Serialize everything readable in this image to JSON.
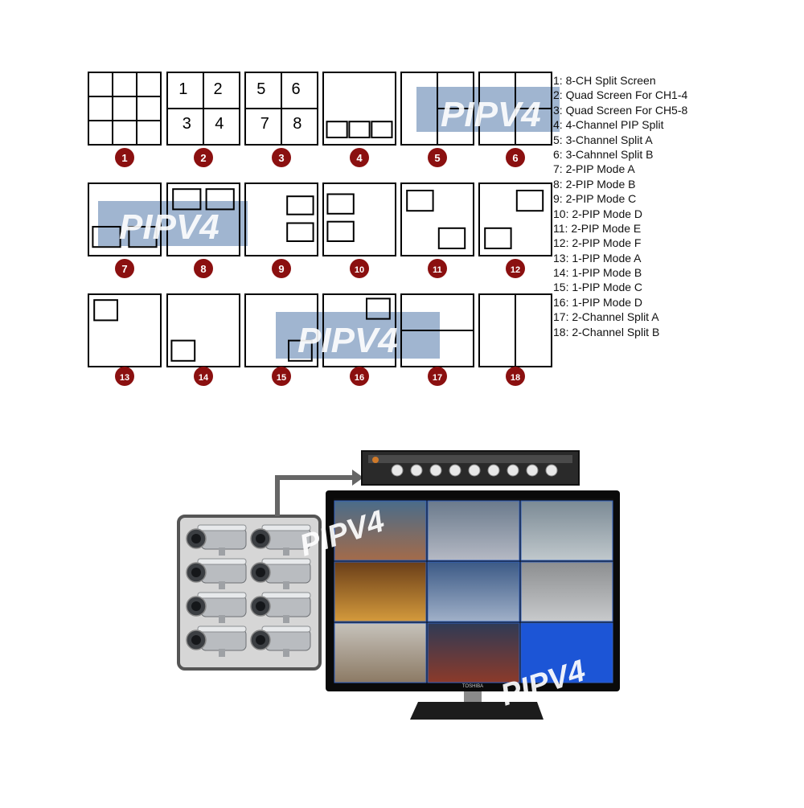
{
  "layouts": [
    {
      "num": "1",
      "label": "8-CH Split Screen"
    },
    {
      "num": "2",
      "label": "Quad Screen For CH1-4"
    },
    {
      "num": "3",
      "label": "Quad Screen For CH5-8"
    },
    {
      "num": "4",
      "label": "4-Channel PIP Split"
    },
    {
      "num": "5",
      "label": "3-Channel Split A"
    },
    {
      "num": "6",
      "label": "3-Cahnnel Split B"
    },
    {
      "num": "7",
      "label": "2-PIP Mode A"
    },
    {
      "num": "8",
      "label": "2-PIP Mode B"
    },
    {
      "num": "9",
      "label": "2-PIP Mode C"
    },
    {
      "num": "10",
      "label": "2-PIP Mode D"
    },
    {
      "num": "11",
      "label": "2-PIP Mode E"
    },
    {
      "num": "12",
      "label": "2-PIP Mode F"
    },
    {
      "num": "13",
      "label": "1-PIP Mode A"
    },
    {
      "num": "14",
      "label": "1-PIP Mode B"
    },
    {
      "num": "15",
      "label": "1-PIP Mode C"
    },
    {
      "num": "16",
      "label": "1-PIP Mode D"
    },
    {
      "num": "17",
      "label": "2-Channel Split A"
    },
    {
      "num": "18",
      "label": "2-Channel Split B"
    }
  ],
  "legend": [
    "1: 8-CH Split Screen",
    "2: Quad Screen For CH1-4",
    "3: Quad Screen For CH5-8",
    "4: 4-Channel PIP Split",
    "5: 3-Channel Split A",
    "6: 3-Cahnnel Split B",
    "7: 2-PIP Mode A",
    "8: 2-PIP Mode B",
    "9: 2-PIP Mode C",
    "10: 2-PIP Mode D",
    "11: 2-PIP Mode E",
    "12: 2-PIP Mode F",
    "13: 1-PIP Mode A",
    "14: 1-PIP Mode B",
    "15: 1-PIP Mode C",
    "16: 1-PIP Mode D",
    "17: 2-Channel Split A",
    "18: 2-Channel Split B"
  ],
  "quad_ch1_4": [
    "1",
    "2",
    "3",
    "4"
  ],
  "quad_ch5_8": [
    "5",
    "6",
    "7",
    "8"
  ],
  "watermark": "PIPV4",
  "monitor_brand": "TOSHIBA",
  "colors": {
    "badge": "#8b1010",
    "watermark_band": "#8fa8c8",
    "frame": "#000000",
    "screen_blue": "#1c55d6",
    "camera_panel": "#d6d6d6"
  }
}
